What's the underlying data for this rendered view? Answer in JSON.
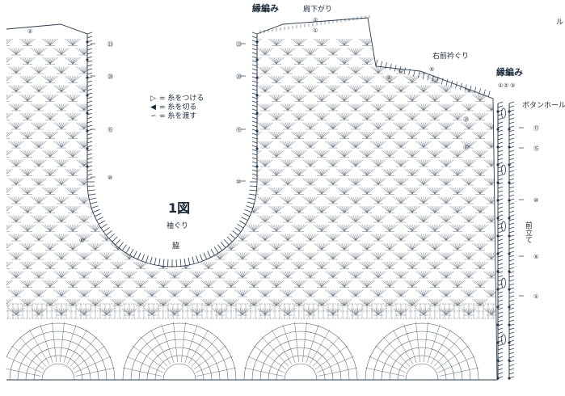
{
  "labels": {
    "edging_left": "縁編み",
    "shoulder_drop": "肩下がり",
    "right_front_neck": "右前衿ぐり",
    "edging_right": "縁編み",
    "buttonhole": "ボタンホール",
    "figure_no": "1図",
    "armhole": "袖ぐり",
    "side": "脇",
    "front_band": "前立て",
    "top_right_text": "ル"
  },
  "legend": [
    {
      "symbol": "▷",
      "text": "= 糸をつける"
    },
    {
      "symbol": "◀",
      "text": "= 糸を切る"
    },
    {
      "symbol": "∽",
      "text": "= 糸を渡す"
    }
  ],
  "row_marks": {
    "left_edge": [
      "②"
    ],
    "armhole_left": [
      "㉓",
      "⑳",
      "⑮",
      "⑩",
      "⑤"
    ],
    "armhole_right": [
      "㉓",
      "⑳",
      "⑮",
      "⑩"
    ],
    "shoulder_top": [
      "②",
      "①"
    ],
    "neck": [
      "⑤",
      "①"
    ],
    "right_panel": [
      "⑳",
      "⑮"
    ],
    "front_band_top": [
      "①",
      "②",
      "③"
    ],
    "front_band": [
      "⑰",
      "⑮",
      "⑩",
      "⑤",
      "①"
    ]
  },
  "colors": {
    "line": "#2a3b4c",
    "pattern": "#4a5866",
    "background": "#ffffff"
  }
}
